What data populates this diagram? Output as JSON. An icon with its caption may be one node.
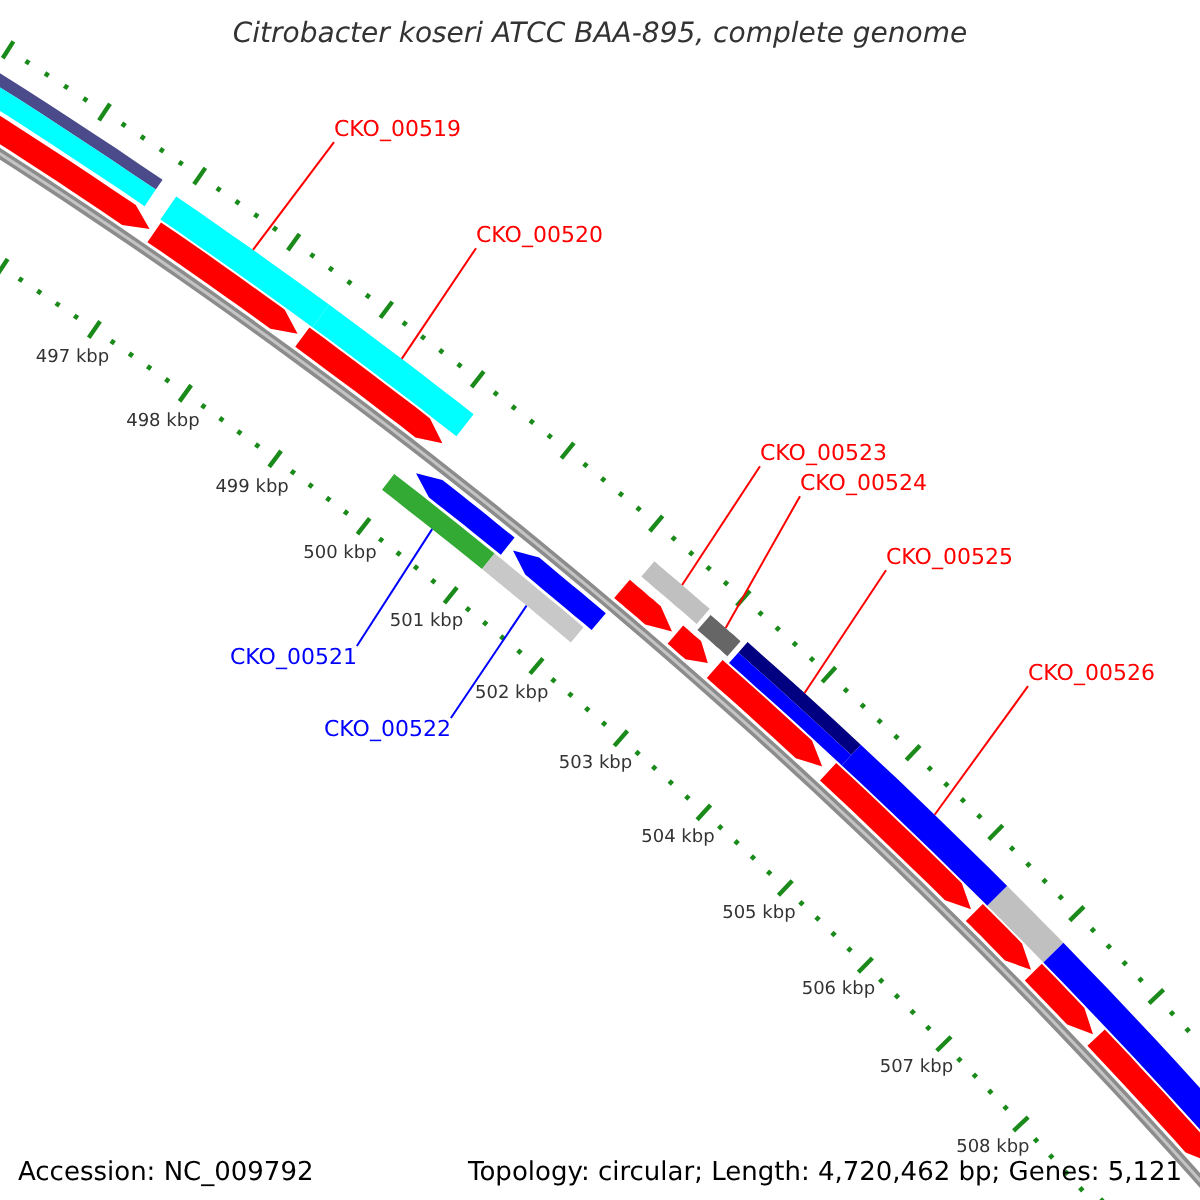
{
  "diagram": {
    "title": "Citrobacter koseri ATCC BAA-895, complete genome",
    "nodes": [
      {
        "text": [
          "CKO_00519"
        ]
      },
      {
        "text": [],
        "shape": "bar"
      },
      {
        "text": [
          "CKO_00520"
        ]
      },
      {
        "text": [],
        "shape": "bar"
      },
      {
        "text": [
          "CKO_00521"
        ]
      },
      {
        "text": [],
        "shape": "bar"
      },
      {
        "text": [
          "CKO_00522"
        ]
      },
      {
        "text": [],
        "shape": "bar"
      },
      {
        "text": [
          "CKO_00523"
        ]
      },
      {
        "text": [],
        "shape": "bar"
      },
      {
        "text": [
          "CKO_00524"
        ]
      },
      {
        "text": [],
        "shape": "bar"
      },
      {
        "text": [
          "CKO_00525"
        ]
      },
      {
        "text": [],
        "shape": "bar"
      },
      {
        "text": [
          "CKO_00526"
        ]
      },
      {
        "text": [],
        "shape": "bar"
      },
      {
        "text": [],
        "shape": "bar"
      },
      {
        "text": [],
        "shape": "bar"
      },
      {
        "text": [],
        "shape": "arrow"
      },
      {
        "text": [],
        "shape": "arrow"
      },
      {
        "text": [],
        "shape": "arrow"
      },
      {
        "text": [],
        "shape": "arrow"
      },
      {
        "text": [],
        "shape": "arrow"
      },
      {
        "text": [],
        "shape": "arrow"
      },
      {
        "text": [],
        "shape": "arrow"
      },
      {
        "text": [],
        "shape": "arrow"
      },
      {
        "text": [],
        "shape": "arrow"
      },
      {
        "text": [],
        "shape": "arrow"
      },
      {
        "text": [],
        "shape": "arrow"
      },
      {
        "text": [],
        "shape": "arrow"
      },
      {
        "text": [],
        "shape": "bar"
      },
      {
        "text": [],
        "shape": "bar"
      }
    ],
    "edges": [
      {
        "from": 0,
        "to": 1,
        "arrow": "none"
      },
      {
        "from": 2,
        "to": 3,
        "arrow": "none"
      },
      {
        "from": 4,
        "to": 5,
        "arrow": "none",
        "color": "#0000ff"
      },
      {
        "from": 6,
        "to": 7,
        "arrow": "none",
        "color": "#0000ff"
      },
      {
        "from": 8,
        "to": 9,
        "arrow": "none"
      },
      {
        "from": 10,
        "to": 11,
        "arrow": "none"
      },
      {
        "from": 12,
        "to": 13,
        "arrow": "none"
      },
      {
        "from": 14,
        "to": 15,
        "arrow": "none"
      }
    ],
    "labels": [
      "497 kbp",
      "498 kbp",
      "499 kbp",
      "500 kbp",
      "501 kbp",
      "502 kbp",
      "503 kbp",
      "504 kbp",
      "505 kbp",
      "506 kbp",
      "507 kbp",
      "508 kbp",
      "Accession: NC_009792",
      "Topology: circular; Length: 4,720,462 bp; Genes: 5,121"
    ]
  }
}
